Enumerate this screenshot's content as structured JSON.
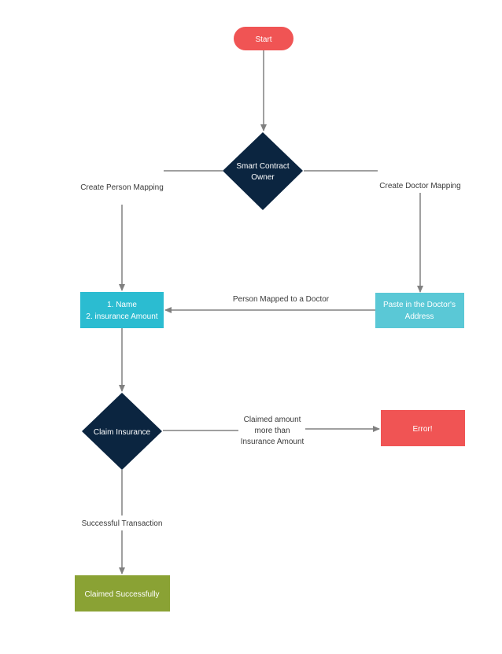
{
  "colors": {
    "start": "#f05454",
    "diamond": "#0b2540",
    "teal": "#2bbcd1",
    "light_teal": "#5ac8d6",
    "error": "#f05454",
    "success": "#8aa234",
    "line": "#808080"
  },
  "nodes": {
    "start": {
      "label": "Start"
    },
    "owner": {
      "line1": "Smart Contract",
      "line2": "Owner"
    },
    "person": {
      "line1": "1. Name",
      "line2": "2. insurance Amount"
    },
    "doctor": {
      "line1": "Paste in the Doctor's",
      "line2": "Address"
    },
    "claim": {
      "label": "Claim Insurance"
    },
    "error": {
      "label": "Error!"
    },
    "success": {
      "label": "Claimed Successfully"
    }
  },
  "edges": {
    "create_person": "Create Person Mapping",
    "create_doctor": "Create Doctor Mapping",
    "mapped": "Person Mapped to a Doctor",
    "claimed_line1": "Claimed amount",
    "claimed_line2": "more than",
    "claimed_line3": "Insurance Amount",
    "successful": "Successful Transaction"
  }
}
